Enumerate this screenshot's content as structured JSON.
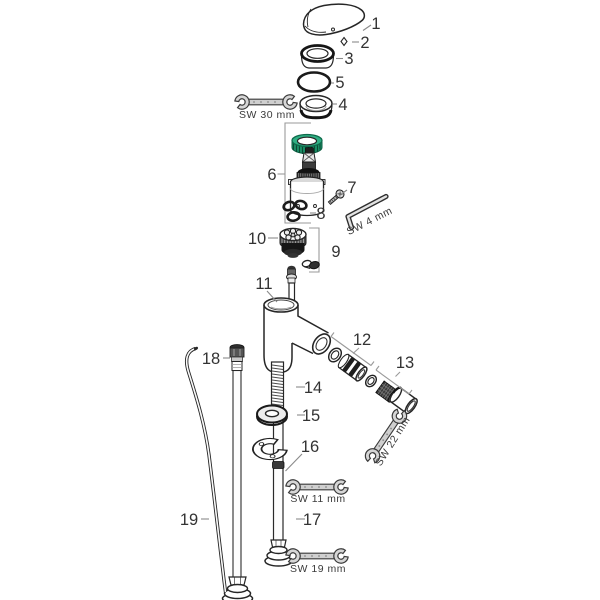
{
  "diagram": {
    "kind": "exploded-parts-diagram",
    "background": "#ffffff",
    "line_color": "#262626",
    "leader_color": "#8a8a8a",
    "accent_green_top": "#2fae83",
    "accent_green_side": "#1b8f66",
    "tool_fill": "#d6d6d6"
  },
  "parts": {
    "n1": "1",
    "n2": "2",
    "n3": "3",
    "n4": "4",
    "n5": "5",
    "n6": "6",
    "n7": "7",
    "n8": "8",
    "n9": "9",
    "n10": "10",
    "n11": "11",
    "n12": "12",
    "n13": "13",
    "n14": "14",
    "n15": "15",
    "n16": "16",
    "n17": "17",
    "n18": "18",
    "n19": "19"
  },
  "tools": {
    "sw30": "SW 30 mm",
    "sw4": "SW 4 mm",
    "sw22": "SW 22 mm",
    "sw11": "SW 11 mm",
    "sw19": "SW 19 mm"
  }
}
